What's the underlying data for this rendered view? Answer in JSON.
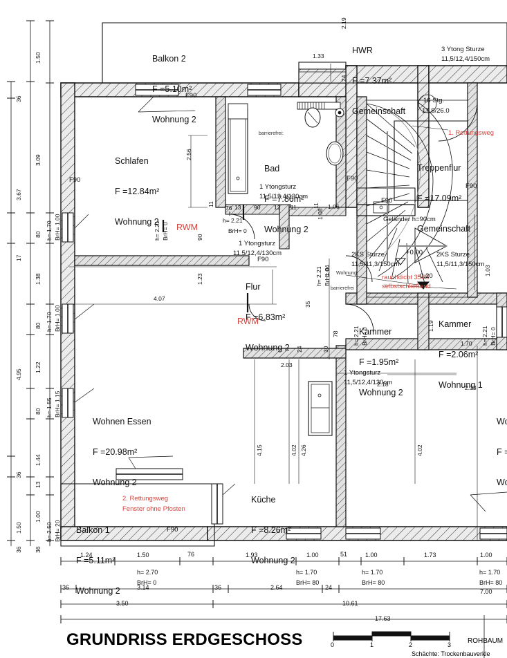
{
  "title": "GRUNDRISS ERDGESCHOSS",
  "footer": {
    "rohbau": "ROHBAUM",
    "schaechte": "Schächte: Trockenbauverkle",
    "scale_ticks": [
      "0",
      "1",
      "2",
      "3"
    ]
  },
  "rooms": [
    {
      "name": "Balkon 2",
      "area": "F =5.10m²",
      "unit": "Wohnung 2"
    },
    {
      "name": "Schlafen",
      "area": "F =12.84m²",
      "unit": "Wohnung 2"
    },
    {
      "name": "Bad",
      "area": "F =7.86m²",
      "unit": "Wohnung 2",
      "prefix": "barrierefrei:"
    },
    {
      "name": "HWR",
      "area": "F =7.37m²",
      "unit": "Gemeinschaft"
    },
    {
      "name": "Treppenflur",
      "area": "F =17.09m²",
      "unit": "Gemeinschaft"
    },
    {
      "name": "Flur",
      "area": "F =6.83m²",
      "unit": "Wohnung 2"
    },
    {
      "name": "Kammer",
      "area": "F =1.95m²",
      "unit": "Wohnung 2"
    },
    {
      "name": "Kammer",
      "area": "F =2.06m²",
      "unit": "Wohnung 1"
    },
    {
      "name": "Wohnen Essen",
      "area": "F =20.98m²",
      "unit": "Wohnung 2"
    },
    {
      "name": "Küche",
      "area": "F =8.26m²",
      "unit": "Wohnung 2"
    },
    {
      "name": "Balkon 1",
      "area": "F =5.11m²",
      "unit": "Wohnung 2"
    },
    {
      "name": "Wo",
      "area": "F =",
      "unit": "Wo"
    }
  ],
  "annotations": {
    "fire_ratings": [
      "F90",
      "F90",
      "F90",
      "F90",
      "F90",
      "F90",
      "F90",
      "F90"
    ],
    "smoke_detectors": [
      "RWM",
      "RWM"
    ],
    "escape_route_1": "1. Rettungsweg",
    "escape_route_2": "2. Rettungsweg",
    "escape_route_2_sub": "Fenster ohne Pfosten",
    "smoke_door_1": "rauchdicht 35dB",
    "smoke_door_2": "selbstschließend",
    "stairs_count": "16 Stg.",
    "stairs_dim": "17.8/26.0",
    "railing": "Geländer h=90cm",
    "lintels": [
      "3 Ytong Sturze",
      "11,5/12,4/150cm",
      "1 Ytongsturz",
      "11,5/12,4/130cm",
      "1 Ytongsturz",
      "11,5/12,4/130cm",
      "1 Ytongsturz",
      "11,5/12,4/130cm",
      "2KS Sturze",
      "11,5/11,3/150cm",
      "2KS Sturze",
      "11,5/11,3/150cm"
    ],
    "levels": [
      "+0.00",
      "-0.20"
    ],
    "wohnung_label": "Wohnung",
    "barrierefrei_small": "barrierefrei"
  },
  "dimensions": {
    "left_outer": [
      "36",
      "3.67",
      "17",
      "4.95",
      "1.44",
      "36",
      "13",
      "1.50",
      "36"
    ],
    "left_mid": [
      "1.50",
      "3.09",
      "80",
      "1.38",
      "80",
      "1.22",
      "80",
      "1.44",
      "13",
      "1.00",
      "36"
    ],
    "left_openings": [
      "h= 1.70",
      "BrH= 1.00",
      "h= 1.70",
      "BrH= 1.00",
      "h= 1.55",
      "BrH= 1.15",
      "h= 2.50",
      "BrH= 20"
    ],
    "bottom_row1": [
      "1.24",
      "1.50",
      "76",
      "1.93",
      "1.00",
      "51",
      "1.00",
      "1.73",
      "1.00"
    ],
    "bottom_openings": [
      "h= 2.70",
      "BrH= 0",
      "h= 1.70",
      "BrH= 80",
      "h= 1.70",
      "BrH= 80",
      "h= 1.70",
      "BrH= 80"
    ],
    "bottom_row2": [
      "36",
      "3.14",
      "36",
      "2.64",
      "24",
      "7.00"
    ],
    "bottom_row3": [
      "3.50",
      "10.61"
    ],
    "bottom_total": "17.63",
    "interior": [
      "1.33",
      "2.19",
      "24",
      "2.56",
      "11",
      "90",
      "1.23",
      "4.07",
      "2.03",
      "4.15",
      "4.02",
      "4.26",
      "2.18",
      "4.02",
      "1.04",
      "35",
      "78",
      "30",
      "24",
      "11",
      "1.06",
      "1.08",
      "1.70",
      "2.33",
      "1.03",
      "1.19",
      "h= 2.21",
      "BrH= 0",
      "h= 2.21",
      "BrH= 0",
      "h= 2.21",
      "BrH= 0",
      "h= 2.21",
      "BrH= 0",
      "h= 2.21",
      "BrH= 0",
      "h= 2.21",
      "BrH= 0"
    ],
    "door_swing_small": [
      "13",
      "90",
      "12",
      "11",
      "76"
    ]
  },
  "colors": {
    "ink": "#111111",
    "red": "#d4443c",
    "hatch_fill": "#e8e8e8",
    "paper": "#ffffff"
  }
}
